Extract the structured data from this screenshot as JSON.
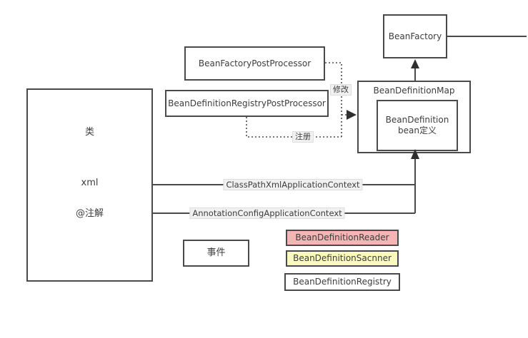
{
  "diagram": {
    "class_box": {
      "label_class": "类",
      "label_xml": "xml",
      "label_annotation": "@注解"
    },
    "boxes": {
      "bean_factory_post_processor": "BeanFactoryPostProcessor",
      "bean_definition_registry_post_processor": "BeanDefinitionRegistryPostProcessor",
      "bean_factory": "BeanFactory",
      "bean_definition_map": "BeanDefinitionMap",
      "bean_definition_line1": "BeanDefinition",
      "bean_definition_line2": "bean定义",
      "event": "事件"
    },
    "edge_labels": {
      "modify": "修改",
      "register": "注册",
      "classpath_context": "ClassPathXmlApplicationContext",
      "annotation_context": "AnnotationConfigApplicationContext"
    },
    "legend": [
      {
        "label": "BeanDefinitionReader",
        "color": "#f5b5b5"
      },
      {
        "label": "BeanDefinitionSacnner",
        "color": "#fafabe"
      },
      {
        "label": "BeanDefinitionRegistry",
        "color": "#ffffff"
      }
    ],
    "colors": {
      "stroke": "#4a4a4a",
      "text": "#3d3d3d",
      "edge_label_bg": "#f1f1f1"
    }
  }
}
